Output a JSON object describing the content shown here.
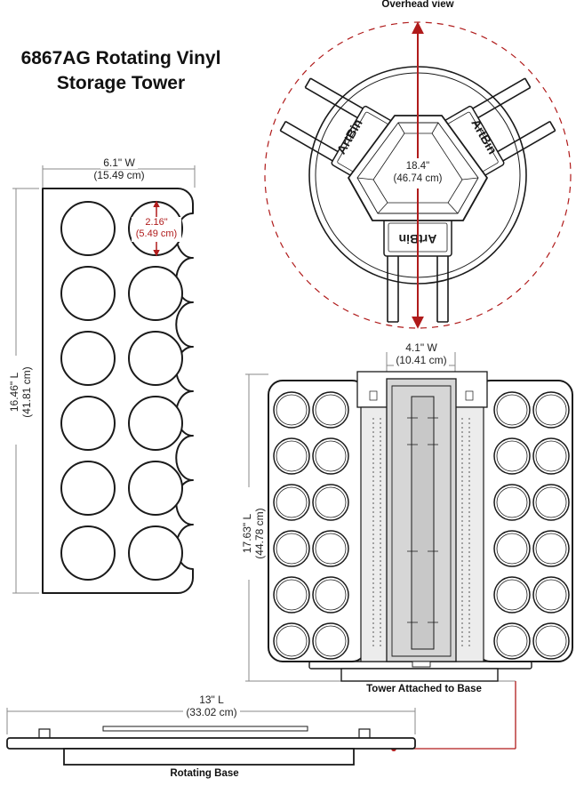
{
  "title": {
    "line1": "6867AG Rotating Vinyl",
    "line2": "Storage Tower"
  },
  "overhead": {
    "caption": "Overhead view",
    "diameter_in": "18.4\"",
    "diameter_cm": "(46.74 cm)",
    "brand": "ArtBin"
  },
  "panel": {
    "width_in": "6.1\" W",
    "width_cm": "(15.49 cm)",
    "length_in": "16.46\" L",
    "length_cm": "(41.81 cm)",
    "hole_in": "2.16\"",
    "hole_cm": "(5.49 cm)"
  },
  "tower": {
    "caption": "Tower Attached to Base",
    "width_in": "4.1\" W",
    "width_cm": "(10.41 cm)",
    "length_in": "17.63\" L",
    "length_cm": "(44.78 cm)"
  },
  "base": {
    "caption": "Rotating Base",
    "length_in": "13\" L",
    "length_cm": "(33.02 cm)"
  },
  "colors": {
    "accent_red": "#b01b1b",
    "line": "#1a1a1a",
    "dim_line": "#8a8a8a",
    "spine_fill": "#d6d6d6"
  }
}
